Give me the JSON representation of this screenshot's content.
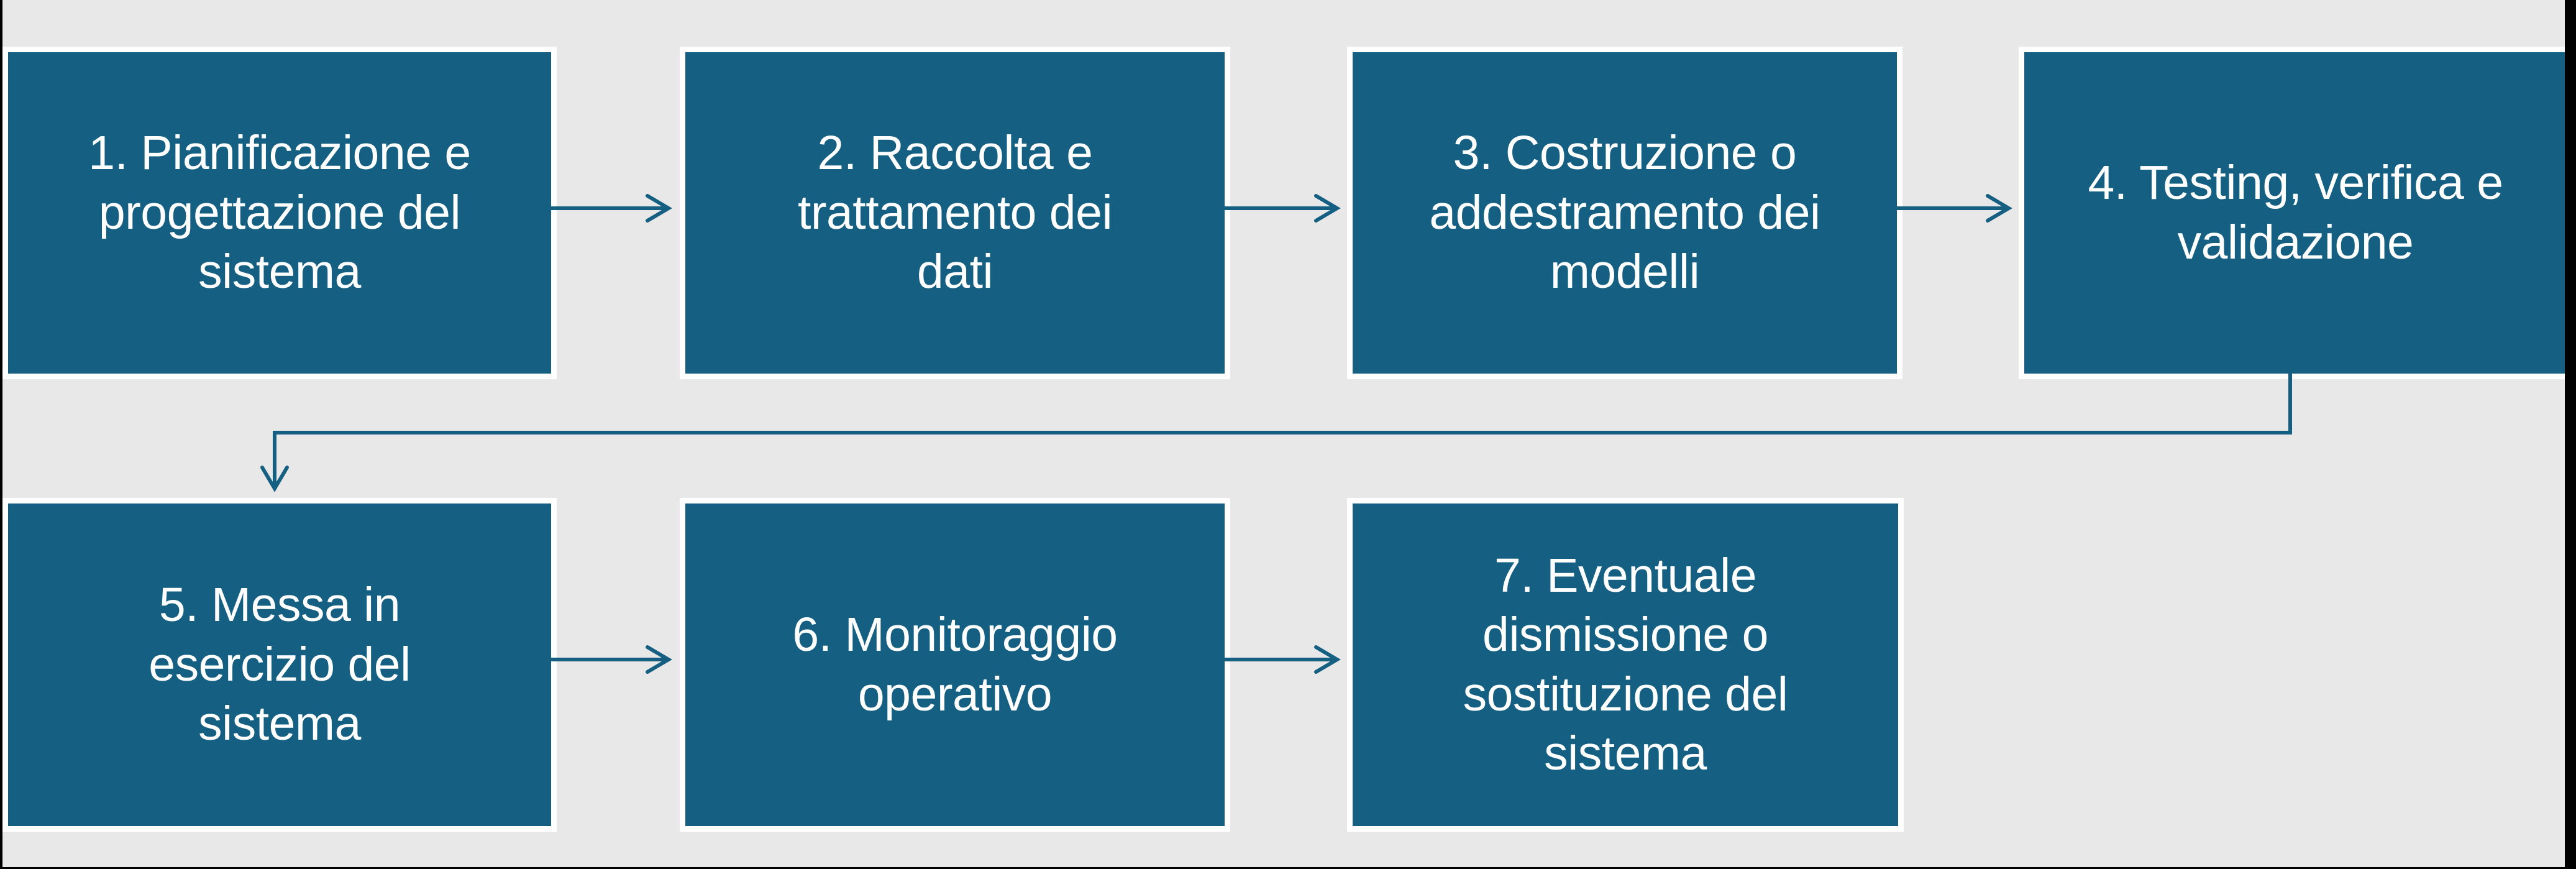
{
  "diagram": {
    "description": "Flowchart of 7 sequential phases, two rows, connected by arrows",
    "language": "it",
    "steps": [
      {
        "id": 1,
        "label": "1. Pianificazione e\nprogettazione del\nsistema"
      },
      {
        "id": 2,
        "label": "2. Raccolta e\ntrattamento dei\ndati"
      },
      {
        "id": 3,
        "label": "3. Costruzione o\naddestramento dei\nmodelli"
      },
      {
        "id": 4,
        "label": "4. Testing, verifica e\nvalidazione"
      },
      {
        "id": 5,
        "label": "5. Messa in\nesercizio del\nsistema"
      },
      {
        "id": 6,
        "label": "6. Monitoraggio\noperativo"
      },
      {
        "id": 7,
        "label": "7. Eventuale\ndismissione o\nsostituzione del\nsistema"
      }
    ],
    "connectors": [
      {
        "from": 1,
        "to": 2,
        "type": "straight-right"
      },
      {
        "from": 2,
        "to": 3,
        "type": "straight-right"
      },
      {
        "from": 3,
        "to": 4,
        "type": "straight-right"
      },
      {
        "from": 4,
        "to": 5,
        "type": "elbow-down-left-down"
      },
      {
        "from": 5,
        "to": 6,
        "type": "straight-right"
      },
      {
        "from": 6,
        "to": 7,
        "type": "straight-right"
      }
    ]
  },
  "colors": {
    "background": "#e8e8e8",
    "box_fill": "#156082",
    "box_border": "#ffffff",
    "arrow": "#156082",
    "text": "#ffffff",
    "edge_lines": "#000000"
  }
}
